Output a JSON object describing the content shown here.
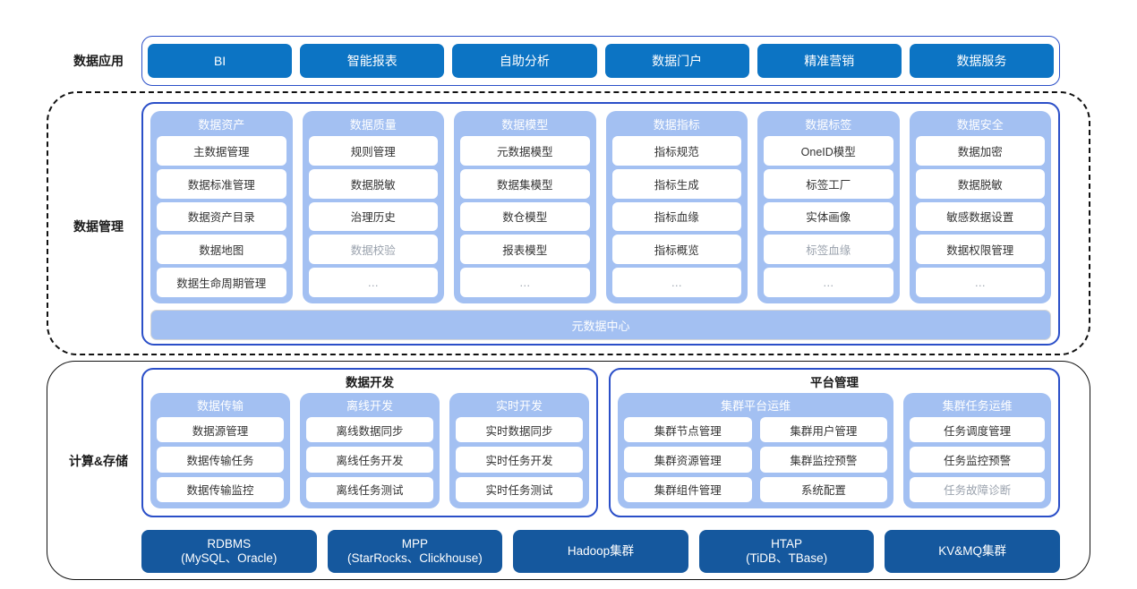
{
  "rows": {
    "application_label": "数据应用",
    "management_label": "数据管理",
    "compute_label": "计算&存储"
  },
  "colors": {
    "app_chip": "#0c74c4",
    "group_bg": "#a3c0f2",
    "panel_border": "#2b4fc8",
    "store_chip": "#15589e",
    "dashed_border": "#111111"
  },
  "application": {
    "chips": [
      {
        "label": "BI"
      },
      {
        "label": "智能报表"
      },
      {
        "label": "自助分析"
      },
      {
        "label": "数据门户"
      },
      {
        "label": "精准营销"
      },
      {
        "label": "数据服务"
      }
    ]
  },
  "management": {
    "groups": [
      {
        "title": "数据资产",
        "items": [
          {
            "label": "主数据管理",
            "muted": false
          },
          {
            "label": "数据标准管理",
            "muted": false
          },
          {
            "label": "数据资产目录",
            "muted": false
          },
          {
            "label": "数据地图",
            "muted": false
          },
          {
            "label": "数据生命周期管理",
            "muted": false
          }
        ]
      },
      {
        "title": "数据质量",
        "items": [
          {
            "label": "规则管理",
            "muted": false
          },
          {
            "label": "数据脱敏",
            "muted": false
          },
          {
            "label": "治理历史",
            "muted": false
          },
          {
            "label": "数据校验",
            "muted": true
          },
          {
            "label": "…",
            "muted": true
          }
        ]
      },
      {
        "title": "数据模型",
        "items": [
          {
            "label": "元数据模型",
            "muted": false
          },
          {
            "label": "数据集模型",
            "muted": false
          },
          {
            "label": "数仓模型",
            "muted": false
          },
          {
            "label": "报表模型",
            "muted": false
          },
          {
            "label": "…",
            "muted": true
          }
        ]
      },
      {
        "title": "数据指标",
        "items": [
          {
            "label": "指标规范",
            "muted": false
          },
          {
            "label": "指标生成",
            "muted": false
          },
          {
            "label": "指标血缘",
            "muted": false
          },
          {
            "label": "指标概览",
            "muted": false
          },
          {
            "label": "…",
            "muted": true
          }
        ]
      },
      {
        "title": "数据标签",
        "items": [
          {
            "label": "OneID模型",
            "muted": false
          },
          {
            "label": "标签工厂",
            "muted": false
          },
          {
            "label": "实体画像",
            "muted": false
          },
          {
            "label": "标签血缘",
            "muted": true
          },
          {
            "label": "…",
            "muted": true
          }
        ]
      },
      {
        "title": "数据安全",
        "items": [
          {
            "label": "数据加密",
            "muted": false
          },
          {
            "label": "数据脱敏",
            "muted": false
          },
          {
            "label": "敏感数据设置",
            "muted": false
          },
          {
            "label": "数据权限管理",
            "muted": false
          },
          {
            "label": "…",
            "muted": true
          }
        ]
      }
    ],
    "metadata_center": "元数据中心"
  },
  "compute": {
    "panels": [
      {
        "title": "数据开发",
        "groups": [
          {
            "title": "数据传输",
            "columns": [
              [
                {
                  "label": "数据源管理"
                },
                {
                  "label": "数据传输任务"
                },
                {
                  "label": "数据传输监控"
                }
              ]
            ]
          },
          {
            "title": "离线开发",
            "columns": [
              [
                {
                  "label": "离线数据同步"
                },
                {
                  "label": "离线任务开发"
                },
                {
                  "label": "离线任务测试"
                }
              ]
            ]
          },
          {
            "title": "实时开发",
            "columns": [
              [
                {
                  "label": "实时数据同步"
                },
                {
                  "label": "实时任务开发"
                },
                {
                  "label": "实时任务测试"
                }
              ]
            ]
          }
        ]
      },
      {
        "title": "平台管理",
        "groups": [
          {
            "title": "集群平台运维",
            "columns": [
              [
                {
                  "label": "集群节点管理"
                },
                {
                  "label": "集群资源管理"
                },
                {
                  "label": "集群组件管理"
                }
              ],
              [
                {
                  "label": "集群用户管理"
                },
                {
                  "label": "集群监控预警"
                },
                {
                  "label": "系统配置"
                }
              ]
            ]
          },
          {
            "title": "集群任务运维",
            "columns": [
              [
                {
                  "label": "任务调度管理"
                },
                {
                  "label": "任务监控预警"
                },
                {
                  "label": "任务故障诊断",
                  "muted": true
                }
              ]
            ]
          }
        ]
      }
    ]
  },
  "storage": {
    "chips": [
      {
        "title": "RDBMS",
        "sub": "(MySQL、Oracle)"
      },
      {
        "title": "MPP",
        "sub": "(StarRocks、Clickhouse)"
      },
      {
        "title": "Hadoop集群",
        "sub": ""
      },
      {
        "title": "HTAP",
        "sub": "(TiDB、TBase)"
      },
      {
        "title": "KV&MQ集群",
        "sub": ""
      }
    ]
  }
}
